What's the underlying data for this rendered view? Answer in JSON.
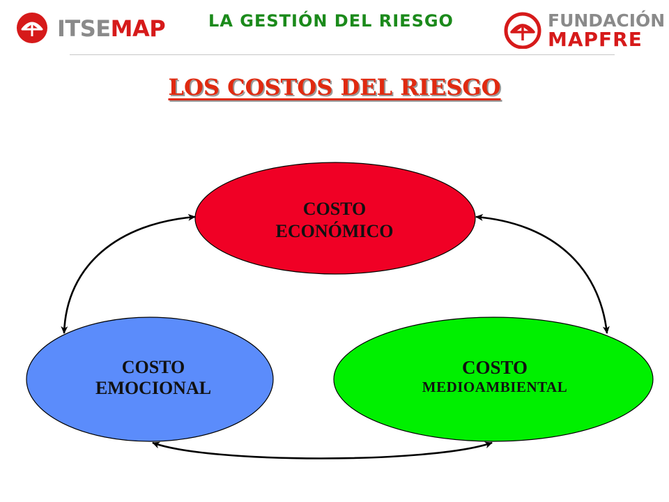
{
  "header": {
    "left_logo": {
      "icon": "umbrella-logo-icon",
      "text_grey": "ITSE",
      "text_red": "MAP"
    },
    "title": "LA GESTIÓN DEL RIESGO",
    "right_logo": {
      "icon": "umbrella-logo-icon",
      "line1": "FUNDACIÓN",
      "line2": "MAPFRE"
    }
  },
  "slide": {
    "title": "LOS COSTOS DEL RIESGO"
  },
  "diagram": {
    "nodes": [
      {
        "id": "economic",
        "line1": "COSTO",
        "line2": "ECONÓMICO",
        "color": "#f00025"
      },
      {
        "id": "emotional",
        "line1": "COSTO",
        "line2": "EMOCIONAL",
        "color": "#5b8cfb"
      },
      {
        "id": "environmental",
        "line1": "COSTO",
        "line2": "MEDIOAMBIENTAL",
        "color": "#00f000"
      }
    ],
    "connections": [
      {
        "from": "economic",
        "to": "emotional",
        "bidirectional": true
      },
      {
        "from": "economic",
        "to": "environmental",
        "bidirectional": true
      },
      {
        "from": "emotional",
        "to": "environmental",
        "bidirectional": true
      }
    ]
  },
  "colors": {
    "brand_red": "#d61a1a",
    "brand_grey": "#8a8a8a",
    "header_green": "#1b8a1b",
    "title_red": "#e02a10"
  }
}
